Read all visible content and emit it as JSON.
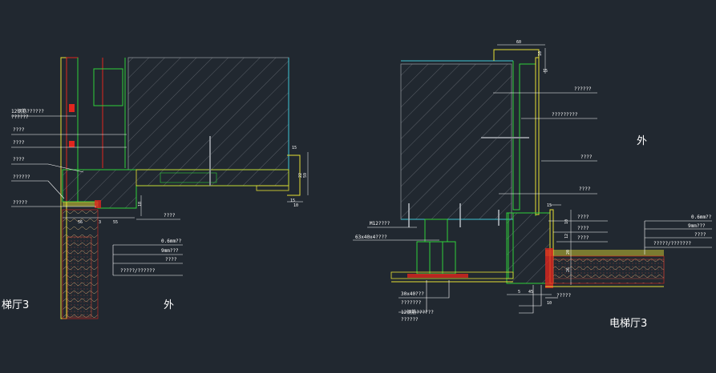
{
  "colors": {
    "background": "#212830",
    "concrete_hatch": "#8a8f96",
    "outline": "#2fd13a",
    "yellow": "#e8e034",
    "red": "#e0261e",
    "cyan": "#3fc6d6",
    "leader": "#ffffff"
  },
  "left_detail": {
    "labels": [
      "12钢筋??????\n??????",
      "????",
      "????",
      "????",
      "??????",
      "?????",
      "????",
      "0.6mm??",
      "9mm???",
      "????",
      "?????/??????"
    ],
    "dims": [
      "15",
      "22",
      "18",
      "15",
      "3",
      "56",
      "55",
      "10",
      "59"
    ],
    "room_left": "梯厅3",
    "room_right": "外"
  },
  "right_detail": {
    "labels": [
      "??????",
      "?????????",
      "????",
      "????",
      "M12????",
      "63x40x4????",
      "30x40???",
      "???????",
      "12钢筋??????",
      "??????",
      "????",
      "????",
      "????",
      "0.6mm??",
      "9mm???",
      "????",
      "?????/???????",
      "?????"
    ],
    "dims": [
      "60",
      "10",
      "15",
      "10",
      "12",
      "45",
      "10",
      "26",
      "15",
      "5",
      "20"
    ],
    "room_right": "外",
    "room_bottom": "电梯厅3"
  }
}
